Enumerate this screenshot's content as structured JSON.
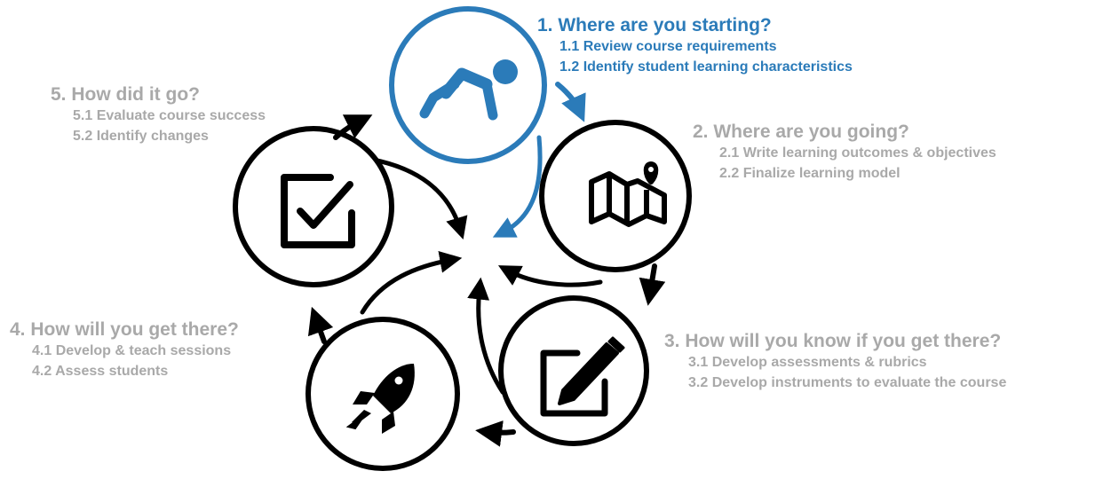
{
  "colors": {
    "active": "#2b7bb9",
    "inactive": "#a9a9a9",
    "ring": "#000000"
  },
  "steps": [
    {
      "title": "1. Where are you starting?",
      "items": [
        "1.1 Review course requirements",
        "1.2 Identify student learning characteristics"
      ],
      "icon": "runner-start-icon"
    },
    {
      "title": "2. Where are you going?",
      "items": [
        "2.1 Write learning outcomes & objectives",
        "2.2 Finalize learning model"
      ],
      "icon": "map-pin-icon"
    },
    {
      "title": "3. How will you know if you get there?",
      "items": [
        "3.1 Develop assessments & rubrics",
        "3.2 Develop instruments to evaluate the course"
      ],
      "icon": "pencil-edit-icon"
    },
    {
      "title": "4. How will you get there?",
      "items": [
        "4.1 Develop & teach sessions",
        "4.2 Assess students"
      ],
      "icon": "rocket-icon"
    },
    {
      "title": "5. How did it go?",
      "items": [
        "5.1 Evaluate course success",
        "5.2 Identify changes"
      ],
      "icon": "checkbox-check-icon"
    }
  ]
}
